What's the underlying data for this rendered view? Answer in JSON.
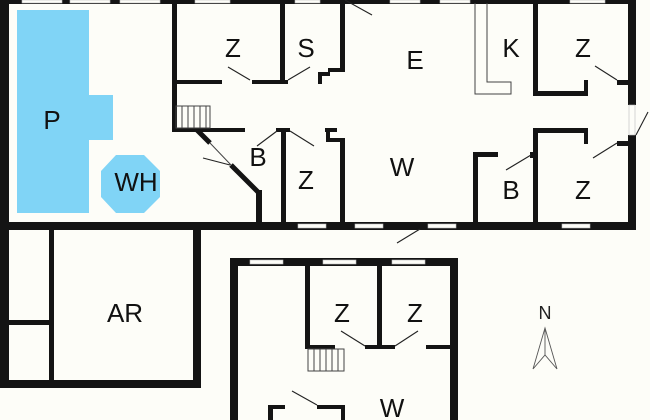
{
  "plan": {
    "rooms": {
      "pool": "P",
      "whirlpool": "WH",
      "bedroom_1": "Z",
      "sauna": "S",
      "dining": "E",
      "kitchen": "K",
      "bedroom_2": "Z",
      "bathroom_1": "B",
      "bedroom_3": "Z",
      "living": "W",
      "bathroom_2": "B",
      "bedroom_4": "Z",
      "utility": "AR",
      "bedroom_5": "Z",
      "bedroom_6": "Z",
      "living_2": "W"
    },
    "compass": "N",
    "colors": {
      "water": "#80d4f6",
      "wall": "#141414",
      "floor": "#fdfdf8"
    }
  }
}
